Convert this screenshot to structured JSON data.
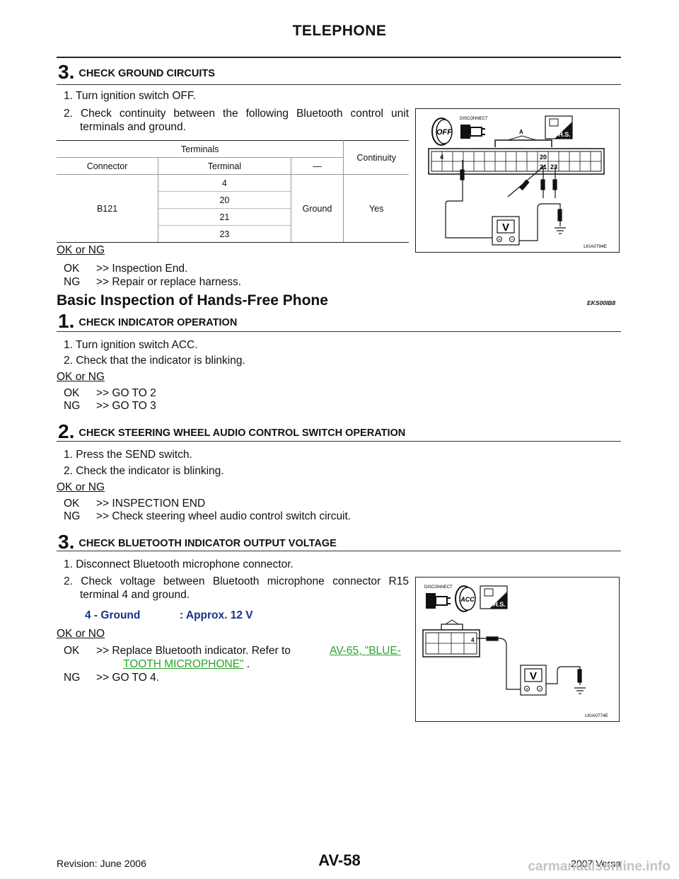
{
  "header": {
    "title": "TELEPHONE"
  },
  "section1": {
    "step_num": "3.",
    "step_title": "CHECK GROUND CIRCUITS",
    "instructions": [
      "1. Turn ignition switch OFF.",
      "2. Check continuity between the following Bluetooth control unit",
      "terminals and ground."
    ],
    "table": {
      "h_terminals": "Terminals",
      "h_continuity": "Continuity",
      "h_connector": "Connector",
      "h_terminal": "Terminal",
      "h_dash": "—",
      "connector": "B121",
      "terminals": [
        "4",
        "20",
        "21",
        "23"
      ],
      "ground": "Ground",
      "continuity": "Yes"
    },
    "okng": "OK or NG",
    "results": [
      {
        "k": "OK",
        "v": ">> Inspection End."
      },
      {
        "k": "NG",
        "v": ">> Repair or replace harness."
      }
    ],
    "figure": {
      "code": "LKIA0794E",
      "disconnect": "DISCONNECT",
      "off": "OFF",
      "hs": "H.S.",
      "a": "A",
      "pins": [
        "4",
        "20",
        "21",
        "23"
      ],
      "v": "V",
      "plus": "+",
      "minus": "−"
    }
  },
  "main": {
    "title": "Basic Inspection of Hands-Free Phone",
    "code": "EKS00IB8",
    "step1": {
      "num": "1.",
      "title": "CHECK INDICATOR OPERATION",
      "lines": [
        "1. Turn ignition switch ACC.",
        "2. Check that the indicator is blinking."
      ],
      "okng": "OK or NG",
      "results": [
        {
          "k": "OK",
          "v": ">> GO TO 2"
        },
        {
          "k": "NG",
          "v": ">> GO TO 3"
        }
      ]
    },
    "step2": {
      "num": "2.",
      "title": "CHECK STEERING WHEEL AUDIO CONTROL SWITCH OPERATION",
      "lines": [
        "1. Press the SEND switch.",
        "2. Check the indicator is blinking."
      ],
      "okng": "OK or NG",
      "results": [
        {
          "k": "OK",
          "v": ">> INSPECTION END"
        },
        {
          "k": "NG",
          "v": ">> Check steering wheel audio control switch circuit."
        }
      ]
    },
    "step3": {
      "num": "3.",
      "title": "CHECK BLUETOOTH INDICATOR OUTPUT VOLTAGE",
      "lines": [
        "1. Disconnect Bluetooth microphone connector.",
        "2. Check voltage between Bluetooth microphone connector R15",
        "terminal 4 and ground."
      ],
      "spec_label": "4 - Ground",
      "spec_value": ": Approx. 12 V",
      "okno": "OK or NO",
      "ok_k": "OK",
      "ok_v": ">> Replace Bluetooth indicator. Refer to",
      "ok_link1": "AV-65, \"BLUE-",
      "ok_link2": "TOOTH MICROPHONE\"",
      "ok_tail": " .",
      "ng_k": "NG",
      "ng_v": ">> GO TO 4.",
      "figure": {
        "code": "LKIA0774E",
        "disconnect": "DISCONNECT",
        "acc": "ACC",
        "hs": "H.S.",
        "pin": "4",
        "v": "V",
        "plus": "+",
        "minus": "−"
      }
    }
  },
  "footer": {
    "page": "AV-58",
    "revision": "Revision: June 2006",
    "model": "2007 Versa",
    "watermark": "carmanualsonline.info"
  }
}
